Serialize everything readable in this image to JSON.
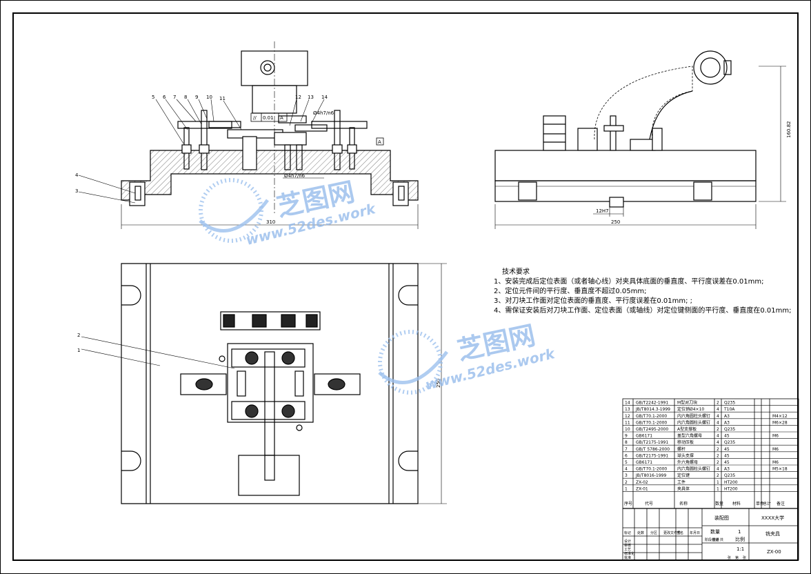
{
  "front_view": {
    "callouts": [
      "5",
      "6",
      "7",
      "8",
      "9",
      "10",
      "11",
      "12",
      "13",
      "14",
      "4",
      "3"
    ],
    "geo_tolerance": [
      "//",
      "0.01",
      "A"
    ],
    "datum_a": "A",
    "fit_top": "Ø4h7/n6",
    "fit_mid": "Ø4h7/n6",
    "dim_width": "310"
  },
  "side_view": {
    "dim_height": "160.82",
    "dim_width": "250",
    "key_fit": "12H7"
  },
  "plan_view": {
    "callouts": [
      "2",
      "1"
    ],
    "dim_height": "250"
  },
  "tech_notes": {
    "title": "技术要求",
    "items": [
      "1、安装完成后定位表面（或者轴心线）对夹具体底面的垂直度、平行度误差在0.01mm;",
      "2、定位元件间的平行度、垂直度不超过0.05mm;",
      "3、对刀块工作面对定位表面的垂直度、平行度误差在0.01mm; ;",
      "4、需保证安装后对刀块工作面、定位表面（或轴线）对定位键侧面的平行度、垂直度在0.01mm;"
    ]
  },
  "watermark": {
    "cn": "芝图网",
    "url": "www.52des.work"
  },
  "bom": {
    "rows": [
      {
        "no": "14",
        "code": "GB/T2242-1991",
        "name": "M型对刀块",
        "qty": "2",
        "mat": "Q235",
        "note": ""
      },
      {
        "no": "13",
        "code": "JB/T8014.3-1999",
        "name": "定位销Ø4×10",
        "qty": "4",
        "mat": "T10A",
        "note": ""
      },
      {
        "no": "12",
        "code": "GB/T70.1-2000",
        "name": "内六角圆柱头螺钉",
        "qty": "4",
        "mat": "A3",
        "note": "M4×12"
      },
      {
        "no": "11",
        "code": "GB/T70.1-2000",
        "name": "内六角圆柱头螺钉",
        "qty": "4",
        "mat": "A3",
        "note": "M6×28"
      },
      {
        "no": "10",
        "code": "GB/T2495-2000",
        "name": "A型支撑板",
        "qty": "2",
        "mat": "Q235",
        "note": ""
      },
      {
        "no": "9",
        "code": "GB6171",
        "name": "盖型六角螺母",
        "qty": "4",
        "mat": "45",
        "note": "M6"
      },
      {
        "no": "8",
        "code": "GB/T2175-1991",
        "name": "移动压板",
        "qty": "4",
        "mat": "Q235",
        "note": ""
      },
      {
        "no": "7",
        "code": "GB/T 5786-2000",
        "name": "螺杆",
        "qty": "2",
        "mat": "45",
        "note": "M6"
      },
      {
        "no": "6",
        "code": "GB/T2175-1991",
        "name": "球头支撑",
        "qty": "2",
        "mat": "45",
        "note": ""
      },
      {
        "no": "5",
        "code": "GB6171",
        "name": "外六角螺母",
        "qty": "2",
        "mat": "45",
        "note": "M6"
      },
      {
        "no": "4",
        "code": "GB/T70.1-2000",
        "name": "内六角圆柱头螺钉",
        "qty": "4",
        "mat": "A3",
        "note": "M5×18"
      },
      {
        "no": "3",
        "code": "JB/T8016-1999",
        "name": "定位键",
        "qty": "2",
        "mat": "Q235",
        "note": ""
      },
      {
        "no": "2",
        "code": "ZX-02",
        "name": "工件",
        "qty": "1",
        "mat": "HT200",
        "note": ""
      },
      {
        "no": "1",
        "code": "ZX-01",
        "name": "夹具体",
        "qty": "1",
        "mat": "HT200",
        "note": ""
      }
    ],
    "header": {
      "no": "序号",
      "code": "代号",
      "name": "名称",
      "qty": "数量",
      "mat": "材料",
      "unit": "单件",
      "total": "总计",
      "weight": "重量",
      "note": "备注"
    }
  },
  "title_block": {
    "drawing_name": "装配图",
    "org": "XXXX大学",
    "qty_label": "数量",
    "qty": "1",
    "part_name": "铣夹具",
    "scale_label": "比例",
    "scale": "1:1",
    "drawing_no": "ZX-00",
    "labels": [
      "标记",
      "处数",
      "分区",
      "更改文件号",
      "签名",
      "年月日",
      "设计",
      "审核",
      "工艺",
      "标准化",
      "批准",
      "阶段标记",
      "重量",
      "共",
      "张",
      "第",
      "张"
    ]
  }
}
